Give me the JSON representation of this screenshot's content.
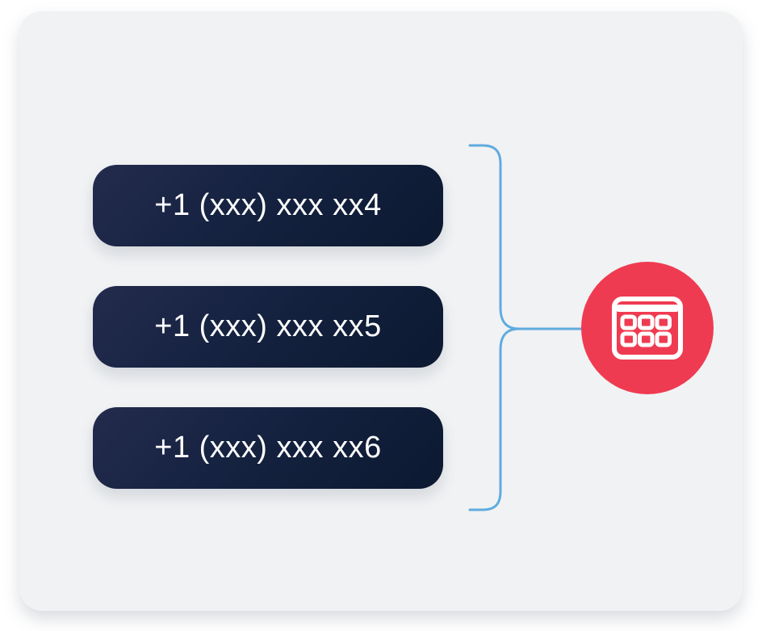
{
  "page": {
    "background_color": "#ffffff"
  },
  "card": {
    "background_color": "#f0f2f4"
  },
  "phone_pills": [
    {
      "label": "+1 (xxx) xxx xx4"
    },
    {
      "label": "+1 (xxx) xxx xx5"
    },
    {
      "label": "+1 (xxx) xxx xx6"
    }
  ],
  "pill_style": {
    "gradient_start": "#242b4e",
    "gradient_end": "#0c1931",
    "text_color": "#ffffff"
  },
  "connector": {
    "color": "#5fabdf"
  },
  "badge": {
    "background_color": "#ef3b51",
    "icon": "keypad-grid-icon",
    "icon_color": "#ffffff"
  }
}
